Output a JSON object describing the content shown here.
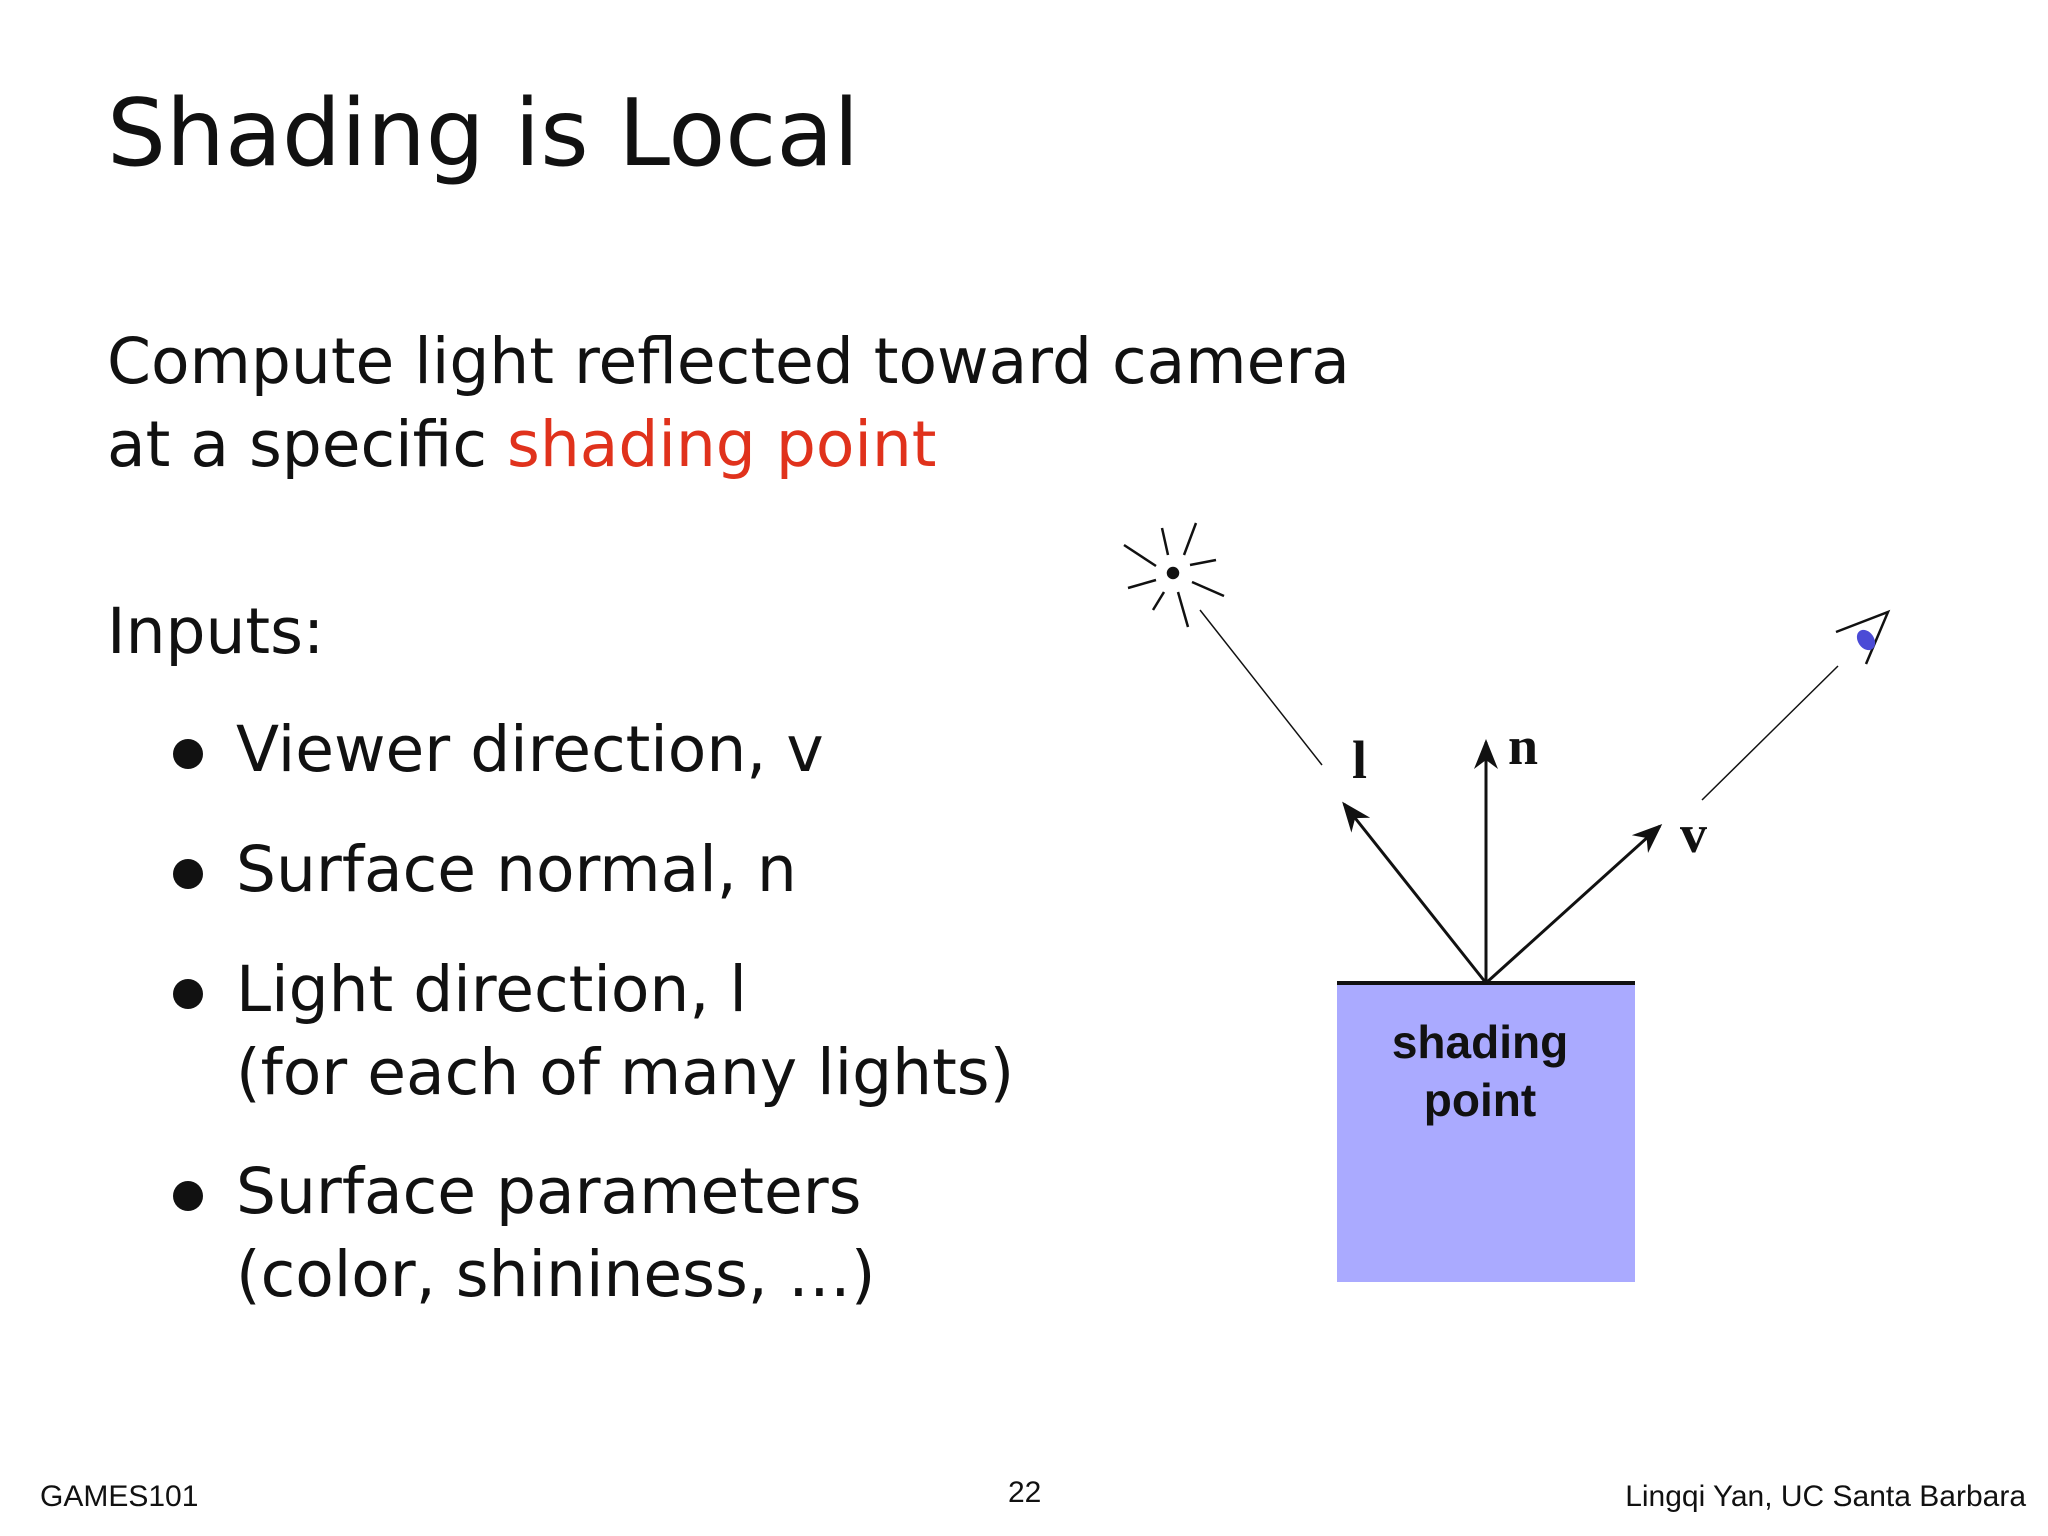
{
  "title": "Shading is Local",
  "intro": {
    "line1": "Compute light reflected toward camera",
    "line2_prefix": "at a specific ",
    "line2_highlight": "shading point"
  },
  "inputs_label": "Inputs:",
  "bullets": [
    {
      "line1": "Viewer direction, v",
      "line2": ""
    },
    {
      "line1": "Surface normal, n",
      "line2": ""
    },
    {
      "line1": "Light direction, l",
      "line2": "(for each of many lights)"
    },
    {
      "line1": "Surface parameters",
      "line2": "(color, shininess, …)"
    }
  ],
  "diagram": {
    "label_l": "l",
    "label_n": "n",
    "label_v": "v",
    "box_line1": "shading",
    "box_line2": "point",
    "box_color": "#aaaaff",
    "light_icon": "light-source-icon",
    "eye_icon": "eye-icon"
  },
  "footer": {
    "left": "GAMES101",
    "page": "22",
    "right": "Lingqi Yan, UC Santa Barbara"
  },
  "colors": {
    "highlight": "#e0321c",
    "text": "#111111"
  }
}
